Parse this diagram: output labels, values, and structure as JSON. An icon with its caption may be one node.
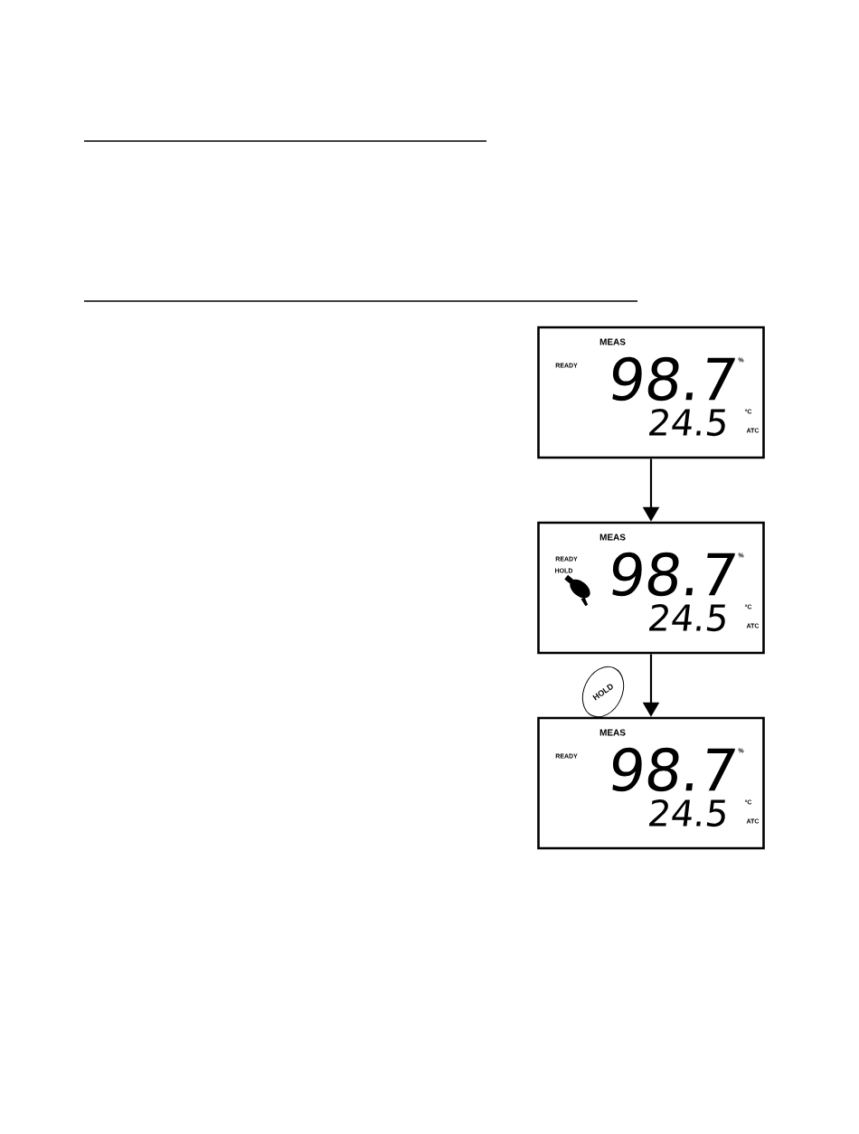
{
  "diagram": {
    "nodes": [
      {
        "text": [
          "MEAS",
          "READY",
          "98.7",
          "%",
          "24.5",
          "°C",
          "ATC"
        ]
      },
      {
        "text": [
          "MEAS",
          "READY",
          "HOLD",
          "98.7",
          "%",
          "24.5",
          "°C",
          "ATC"
        ]
      },
      {
        "text": [
          "HOLD"
        ]
      },
      {
        "text": [
          "MEAS",
          "READY",
          "98.7",
          "%",
          "24.5",
          "°C",
          "ATC"
        ]
      }
    ],
    "edges": [
      {
        "from": 0,
        "to": 1,
        "arrow": "to"
      },
      {
        "from": 1,
        "to": 3,
        "arrow": "to"
      }
    ]
  }
}
